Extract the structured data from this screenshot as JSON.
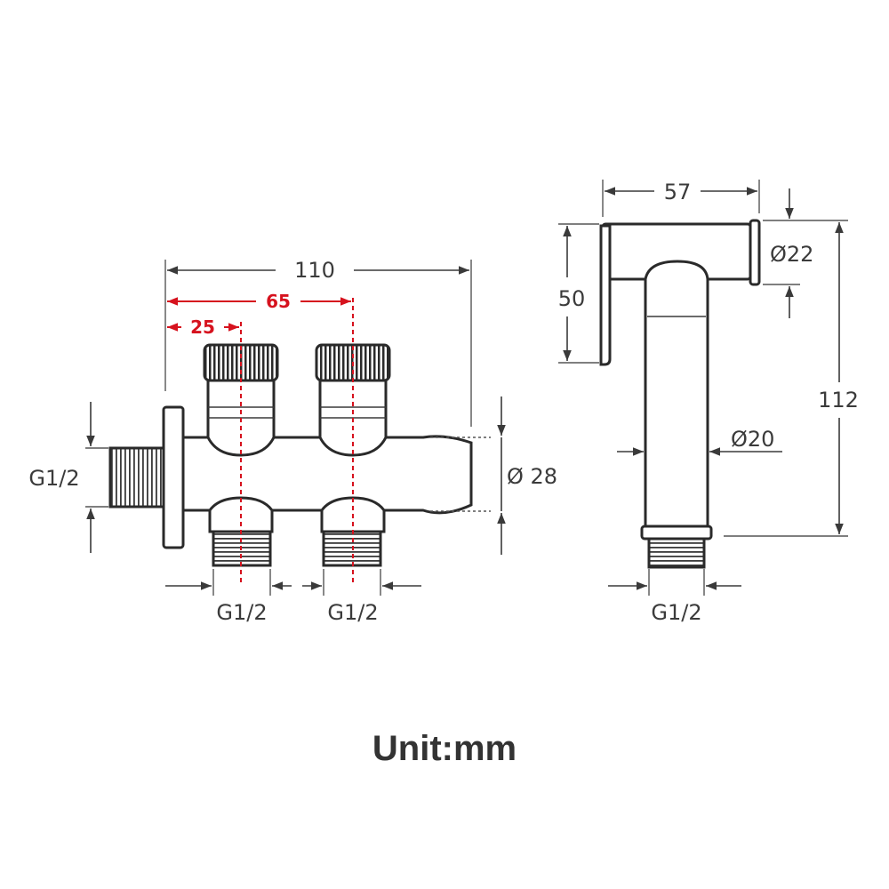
{
  "valve": {
    "dim_total": "110",
    "dim_outlet_spacing": "65",
    "dim_first_outlet": "25",
    "dim_inlet_thread": "G1/2",
    "dim_diameter": "Ø 28",
    "dim_outlet_thread_left": "G1/2",
    "dim_outlet_thread_right": "G1/2"
  },
  "sprayer": {
    "dim_head_length": "57",
    "dim_head_height": "50",
    "dim_head_diameter": "Ø22",
    "dim_total_height": "112",
    "dim_body_diameter": "Ø20",
    "dim_thread": "G1/2"
  },
  "unit_label": "Unit:mm",
  "colors": {
    "line": "#2a2a2a",
    "text": "#3b3b3b",
    "accent_red": "#d6121e"
  }
}
